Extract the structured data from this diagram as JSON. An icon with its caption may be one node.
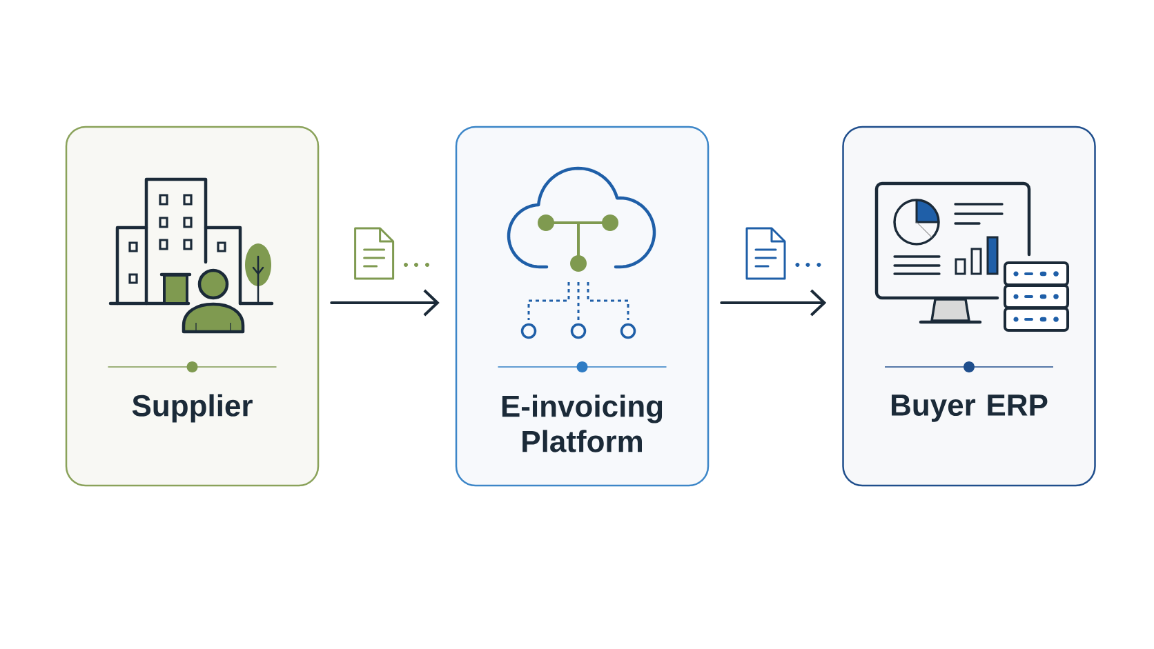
{
  "diagram": {
    "nodes": [
      {
        "text": [
          "Supplier"
        ]
      },
      {
        "text": [
          "E-invoicing Platform"
        ]
      },
      {
        "text": [
          "Buyer ERP"
        ]
      }
    ],
    "edges": [
      {
        "from": 0,
        "to": 1,
        "arrow": "to"
      },
      {
        "from": 1,
        "to": 2,
        "arrow": "to"
      }
    ]
  }
}
